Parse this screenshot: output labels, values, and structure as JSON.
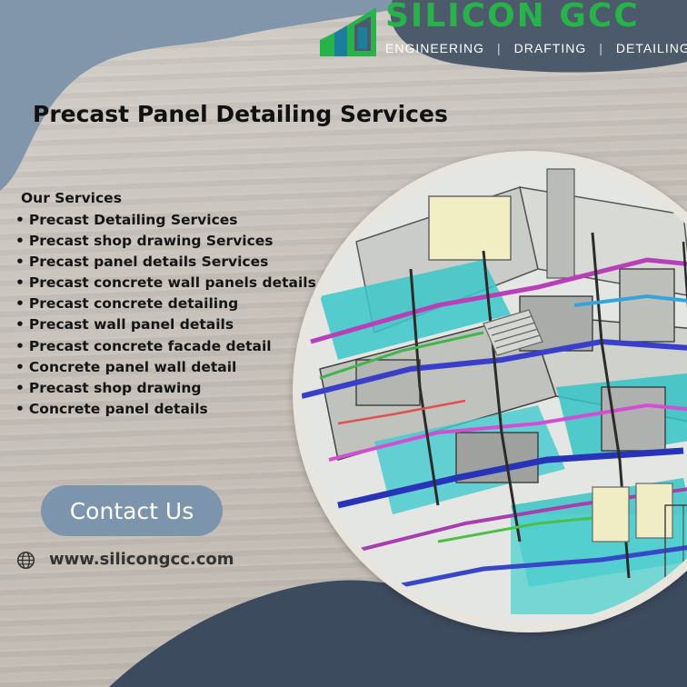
{
  "brand": {
    "name": "SILICON GCC",
    "tagline": [
      "ENGINEERING",
      "DRAFTING",
      "DETAILING"
    ],
    "tagline_separator": "|",
    "logo_icon": "silicon-gcc-logo-mark",
    "color": "#27b34a"
  },
  "title": "Precast Panel Detailing Services",
  "services": {
    "heading": "Our Services",
    "items": [
      "Precast Detailing Services",
      "Precast shop drawing Services",
      "Precast panel details Services",
      "Precast concrete wall panels details",
      "Precast concrete detailing",
      "Precast wall panel details",
      "Precast concrete facade detail",
      "Concrete panel wall detail",
      "Precast shop drawing",
      "Concrete panel details"
    ]
  },
  "cta": {
    "label": "Contact Us"
  },
  "website": {
    "icon": "globe-icon",
    "url": "www.silicongcc.com"
  },
  "colors": {
    "accent_blue": "#7d94ad",
    "navy": "#3d4b5e",
    "text_dark": "#111111",
    "background": "#c6c0b9"
  }
}
